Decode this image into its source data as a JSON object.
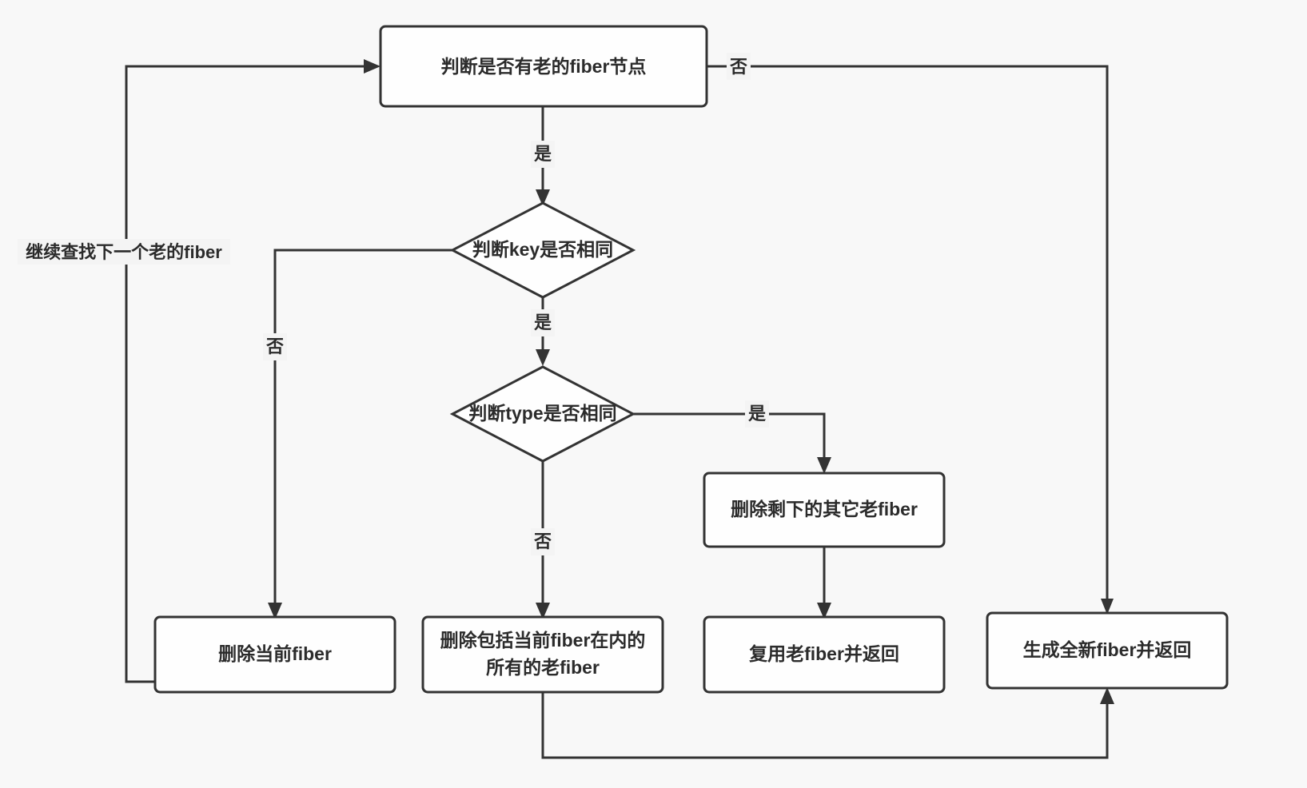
{
  "diagram": {
    "title": "React Fiber diff flowchart",
    "background_color": "#f8f8f8",
    "node_fill": "#fefefe",
    "stroke_color": "#333333",
    "text_color": "#2b2b2b",
    "nodes": {
      "has_old_fiber": {
        "label": "判断是否有老的fiber节点",
        "shape": "rounded-rect"
      },
      "key_same": {
        "label": "判断key是否相同",
        "shape": "diamond"
      },
      "type_same": {
        "label": "判断type是否相同",
        "shape": "diamond"
      },
      "delete_rest_old": {
        "label": "删除剩下的其它老fiber",
        "shape": "rounded-rect"
      },
      "delete_current": {
        "label": "删除当前fiber",
        "shape": "rounded-rect"
      },
      "delete_all_old_line1": {
        "label": "删除包括当前fiber在内的",
        "shape": "rounded-rect"
      },
      "delete_all_old_line2": {
        "label": "所有的老fiber",
        "shape": "rounded-rect"
      },
      "reuse_old": {
        "label": "复用老fiber并返回",
        "shape": "rounded-rect"
      },
      "create_new": {
        "label": "生成全新fiber并返回",
        "shape": "rounded-rect"
      }
    },
    "edge_labels": {
      "has_old_no": "否",
      "has_old_yes": "是",
      "key_no": "否",
      "key_yes": "是",
      "type_yes": "是",
      "type_no": "否",
      "loop_back": "继续查找下一个老的fiber"
    }
  }
}
